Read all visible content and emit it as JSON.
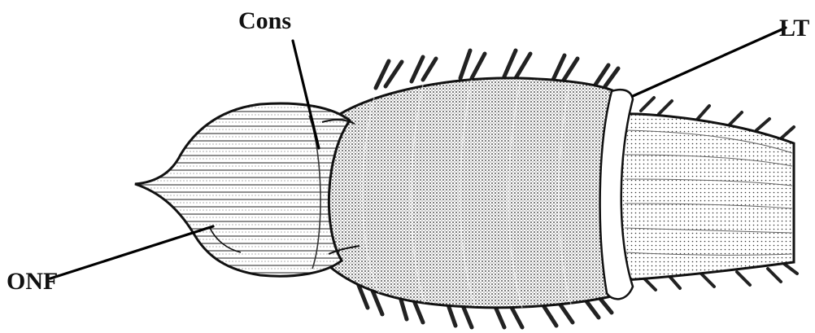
{
  "diagram": {
    "labels": {
      "cons": "Cons",
      "lt": "LT",
      "onf": "ONF"
    }
  }
}
